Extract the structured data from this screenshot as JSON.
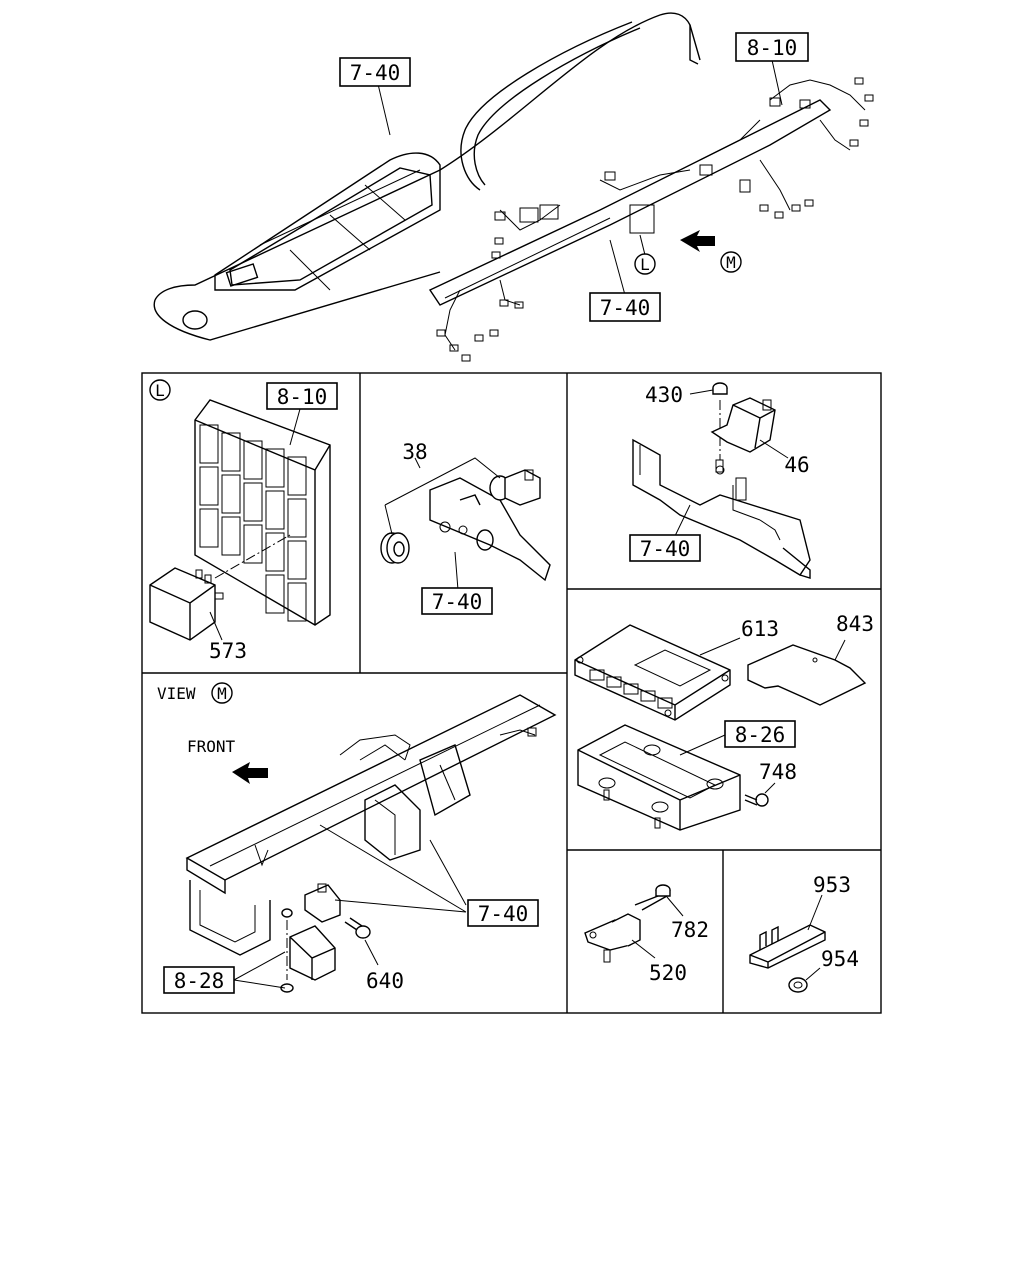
{
  "overview": {
    "ref_dash_panel": "7-40",
    "ref_harness": "8-10",
    "ref_bracket": "7-40",
    "detail_l_marker": "L",
    "view_m_marker": "M"
  },
  "panel_L": {
    "marker": "L",
    "ref_relay_block": "8-10",
    "part_relay": "573"
  },
  "panel_38": {
    "part_switch": "38",
    "ref_panel": "7-40"
  },
  "panel_46": {
    "part_nut": "430",
    "part_relay": "46",
    "ref_bracket": "7-40"
  },
  "panel_view_m": {
    "view_label": "VIEW",
    "view_marker": "M",
    "front_label": "FRONT",
    "ref_bracket": "7-40",
    "ref_unit": "8-28",
    "part_bolt": "640"
  },
  "panel_613": {
    "part_ecu": "613",
    "part_pad": "843",
    "ref_bracket": "8-26",
    "part_bolt": "748"
  },
  "panel_520": {
    "part_bolt": "782",
    "part_sensor": "520"
  },
  "panel_953": {
    "part_bracket": "953",
    "part_nut": "954"
  }
}
